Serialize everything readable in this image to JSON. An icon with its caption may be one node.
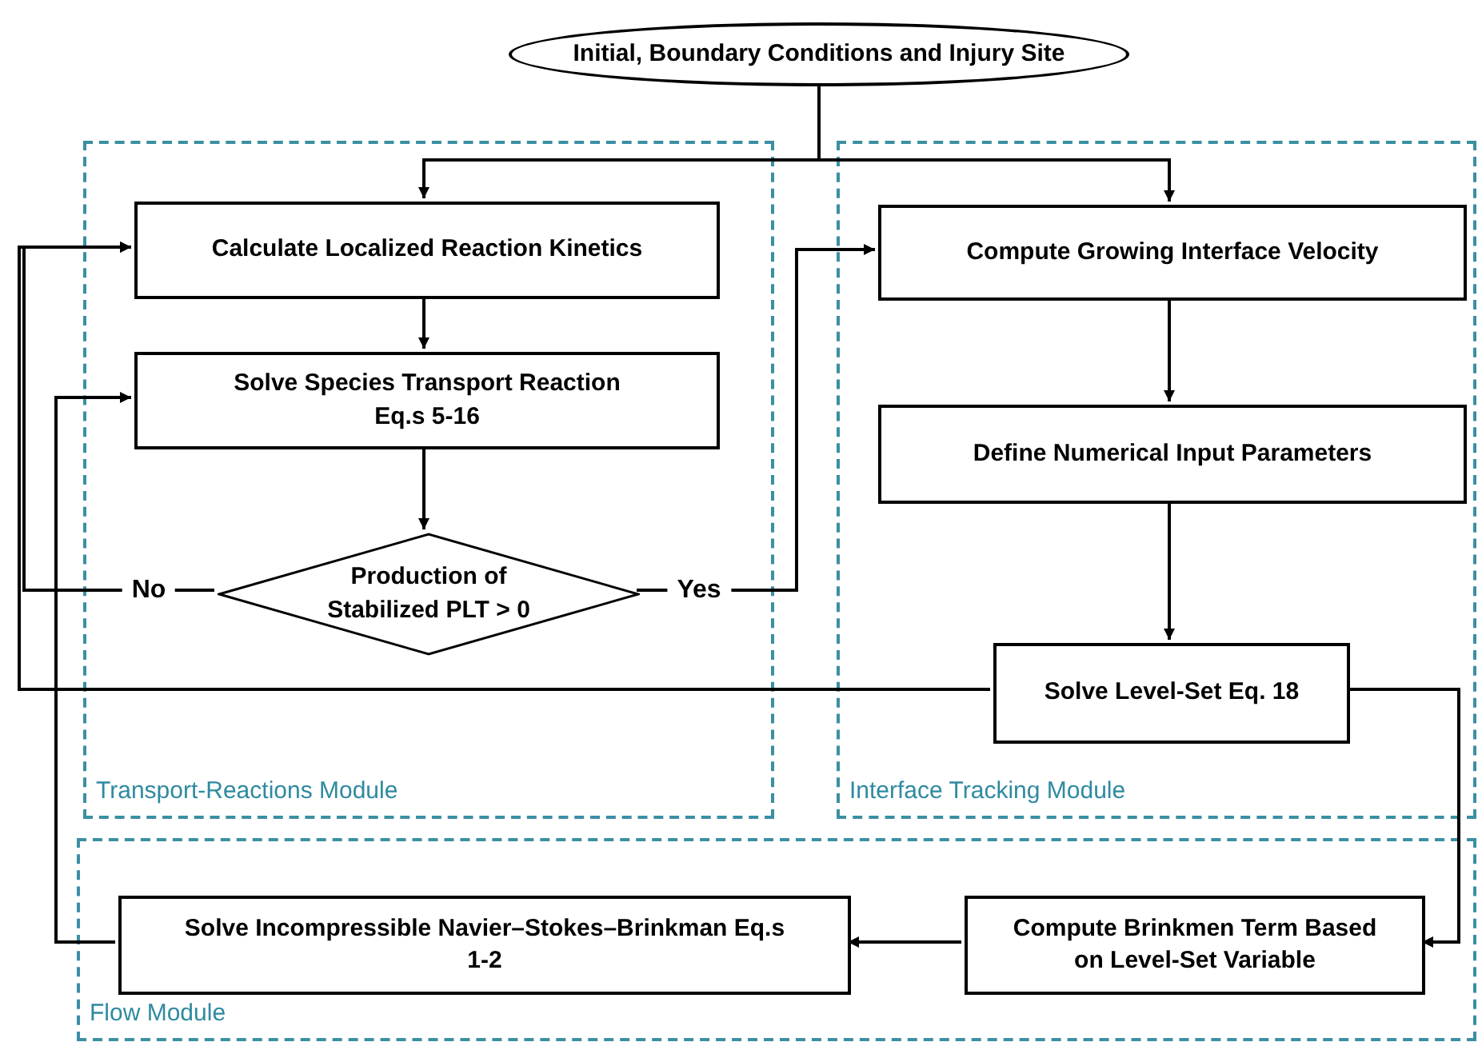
{
  "diagram": {
    "nodes": [
      {
        "text": [
          "Initial, Boundary Conditions and Injury Site"
        ]
      },
      {
        "text": [
          "Transport-Reactions Module"
        ]
      },
      {
        "text": [
          "Calculate Localized Reaction Kinetics"
        ],
        "in": 1
      },
      {
        "text": [
          "Solve Species Transport Reaction Eq.s 5-16"
        ],
        "in": 1
      },
      {
        "text": [
          "Production of Stabilized PLT > 0"
        ],
        "in": 1
      },
      {
        "text": [
          "Interface Tracking Module"
        ]
      },
      {
        "text": [
          "Compute Growing Interface Velocity"
        ],
        "in": 5
      },
      {
        "text": [
          "Define Numerical Input Parameters"
        ],
        "in": 5
      },
      {
        "text": [
          "Solve Level-Set Eq. 18"
        ],
        "in": 5
      },
      {
        "text": [
          "Flow Module"
        ]
      },
      {
        "text": [
          "Solve Incompressible Navier–Stokes–Brinkman Eq.s 1-2"
        ],
        "in": 9
      },
      {
        "text": [
          "Compute Brinkmen Term Based on Level-Set Variable"
        ],
        "in": 9
      }
    ],
    "edges": [
      {
        "from": 0,
        "to": 2,
        "arrow": "to"
      },
      {
        "from": 0,
        "to": 6,
        "arrow": "to"
      },
      {
        "from": 2,
        "to": 3,
        "arrow": "to"
      },
      {
        "from": 3,
        "to": 4,
        "arrow": "to"
      },
      {
        "from": 4,
        "to": 2,
        "arrow": "to",
        "label": "No"
      },
      {
        "from": 4,
        "to": 6,
        "arrow": "to",
        "label": "Yes"
      },
      {
        "from": 6,
        "to": 7,
        "arrow": "to"
      },
      {
        "from": 7,
        "to": 8,
        "arrow": "to"
      },
      {
        "from": 8,
        "to": 2,
        "arrow": "to"
      },
      {
        "from": 8,
        "to": 11,
        "arrow": "to"
      },
      {
        "from": 11,
        "to": 10,
        "arrow": "to"
      },
      {
        "from": 10,
        "to": 3,
        "arrow": "to"
      }
    ]
  }
}
